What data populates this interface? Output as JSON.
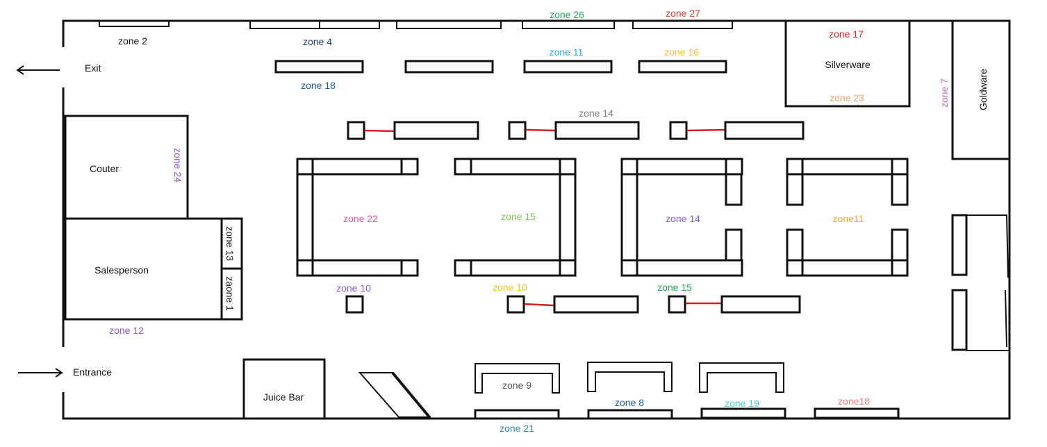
{
  "labels": {
    "exit": "Exit",
    "entrance": "Entrance",
    "silverware": "Silverware",
    "goldware": "Goldware",
    "couter": "Couter",
    "salesperson": "Salesperson",
    "juice_bar": "Juice Bar"
  },
  "zones": {
    "z2": "zone 2",
    "z4": "zone 4",
    "z26": "zone 26",
    "z27": "zone 27",
    "z17": "zone 17",
    "z11_top": "zone 11",
    "z16": "zone 16",
    "z18_top": "zone 18",
    "z23": "zone 23",
    "z7": "zone 7",
    "z14_top": "zone 14",
    "z24": "zone 24",
    "z22": "zone 22",
    "z15_mid": "zone 15",
    "z14_mid": "zone 14",
    "z11_mid": "zone11",
    "z13": "zone 13",
    "z1": "zaone 1",
    "z10_a": "zone 10",
    "z10_b": "zone 10",
    "z15_low": "zone 15",
    "z12": "zone 12",
    "z9": "zone 9",
    "z8": "zone 8",
    "z19": "zone 19",
    "z18_bottom": "zone18",
    "z21": "zone 21"
  },
  "colors": {
    "z2": "#111111",
    "z4": "#1f3f7a",
    "z26": "#1faa55",
    "z27": "#d23c2a",
    "z17": "#e02424",
    "z11_top": "#2ea8d6",
    "z16": "#f2c41c",
    "z18_top": "#1f5f9a",
    "z23": "#f0a070",
    "z7": "#c070c0",
    "z14_top": "#808080",
    "z24": "#8a55e0",
    "z22": "#f050a0",
    "z15_mid": "#78c850",
    "z14_mid": "#8a55e0",
    "z11_mid": "#f0a818",
    "z13": "#111111",
    "z1": "#111111",
    "z10_a": "#8a55e0",
    "z10_b": "#f2c41c",
    "z15_low": "#1faa55",
    "z12": "#8a55e0",
    "z9": "#555555",
    "z8": "#1f5f9a",
    "z19": "#40d0d8",
    "z18_bottom": "#f08080",
    "z21": "#2a8aa8",
    "connector": "#d42020"
  },
  "icons": {
    "exit_arrow": "arrow-left-icon",
    "entrance_arrow": "arrow-right-icon"
  }
}
